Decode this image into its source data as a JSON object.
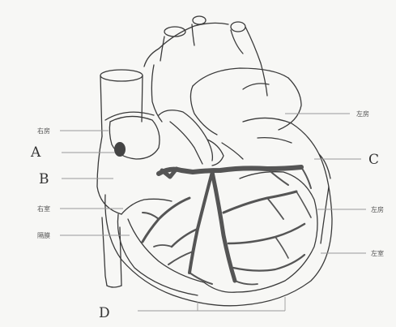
{
  "diagram": {
    "labels": {
      "A": "A",
      "B": "B",
      "C": "C",
      "D": "D",
      "left_1": "右房",
      "left_2": "右室",
      "left_3": "隔膜",
      "right_1": "左房",
      "right_2": "左房",
      "right_3": "左室"
    },
    "colors": {
      "outline": "#3a3a3a",
      "conduction": "#555555",
      "background": "#f7f7f5",
      "leader": "#9a9a9a"
    }
  }
}
